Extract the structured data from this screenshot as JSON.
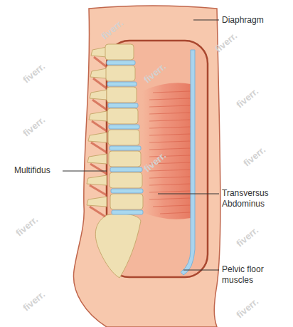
{
  "diagram": {
    "labels": [
      "Diaphragm",
      "Multifidus",
      "Transversus Abdominus",
      "Pelvic floor muscles",
      "fiverr.",
      "fiverr.",
      "fiverr.",
      "fiverr.",
      "fiverr.",
      "fiverr.",
      "fiverr.",
      "fiverr.",
      "fiverr.",
      "fiverr.",
      "fiverr.",
      "fiverr."
    ]
  }
}
